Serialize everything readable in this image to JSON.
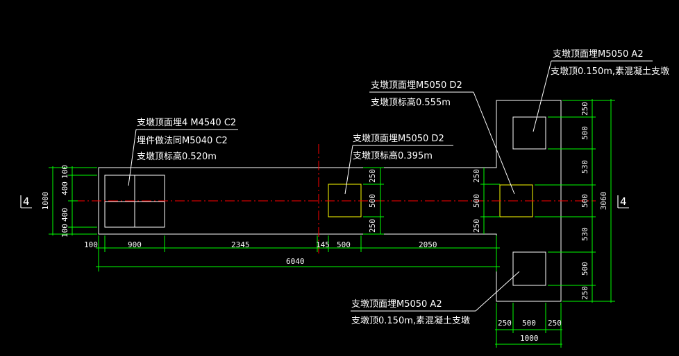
{
  "colors": {
    "background": "#000000",
    "outline": "#ffffff",
    "dimension": "#00ff00",
    "centerline": "#ff0000",
    "highlight": "#ffff00"
  },
  "section_marks": {
    "left": "4",
    "right": "4"
  },
  "annotations": {
    "left_embed": {
      "line1": "支墩顶面埋4 M4540 C2",
      "line2": "埋件做法同M5040 C2",
      "line3": "支墩顶标高0.520m"
    },
    "mid_embed": {
      "line1": "支墩顶面埋M5050 D2",
      "line2": "支墩顶标高0.395m"
    },
    "right_embed": {
      "line1": "支墩顶面埋M5050 D2",
      "line2": "支墩顶标高0.555m"
    },
    "top_right": {
      "line1": "支墩顶面埋M5050 A2",
      "line2": "支墩顶0.150m,素混凝土支墩"
    },
    "bottom_right": {
      "line1": "支墩顶面埋M5050 A2",
      "line2": "支墩顶0.150m,素混凝土支墩"
    }
  },
  "dims": {
    "left_total": "1000",
    "left_a": "100",
    "left_b": "400",
    "left_c": "400",
    "left_d": "100",
    "bottom_a": "100",
    "bottom_b": "900",
    "bottom_c": "2345",
    "bottom_d": "145",
    "bottom_e": "500",
    "bottom_f": "2050",
    "bottom_total": "6040",
    "mid_a": "250",
    "mid_b": "500",
    "mid_c": "250",
    "rmid_a": "250",
    "rmid_b": "500",
    "rmid_c": "250",
    "right_a": "250",
    "right_b": "500",
    "right_c": "530",
    "right_d": "500",
    "right_e": "530",
    "right_f": "500",
    "right_g": "250",
    "right_total": "3060",
    "base_a": "250",
    "base_b": "500",
    "base_c": "250",
    "base_total": "1000"
  }
}
